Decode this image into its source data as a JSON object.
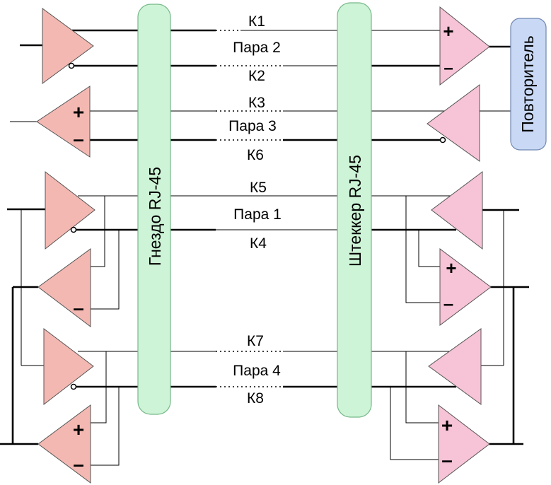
{
  "connectors": {
    "jack_label": "Гнездо RJ-45",
    "plug_label": "Штеккер RJ-45",
    "connector_color": "#cdf4d6"
  },
  "repeater": {
    "label": "Повторитель",
    "color": "#c9d9f5"
  },
  "amplifier_colors": {
    "left": "#f4b8b2",
    "right": "#f7c3d6"
  },
  "wires": {
    "k1": "К1",
    "k2": "К2",
    "k3": "К3",
    "k6": "К6",
    "k5": "К5",
    "k4": "К4",
    "k7": "К7",
    "k8": "К8"
  },
  "pairs": {
    "pair2": "Пара 2",
    "pair3": "Пара 3",
    "pair1": "Пара 1",
    "pair4": "Пара 4"
  },
  "signs": {
    "plus": "+",
    "minus": "–"
  }
}
